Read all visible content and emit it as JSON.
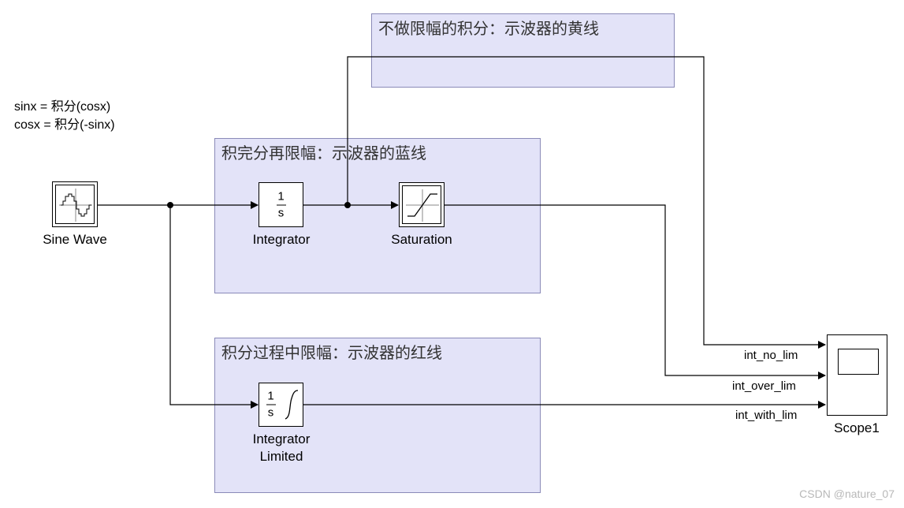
{
  "annotation": {
    "line1": "sinx  = 积分(cosx)",
    "line2": "cosx = 积分(-sinx)"
  },
  "areas": {
    "no_limit": "不做限幅的积分：示波器的黄线",
    "integrate_then_limit": "积完分再限幅：示波器的蓝线",
    "limit_during_integration": "积分过程中限幅：示波器的红线"
  },
  "blocks": {
    "sine_wave": "Sine Wave",
    "integrator": "Integrator",
    "integrator_numerator": "1",
    "integrator_denominator": "s",
    "saturation": "Saturation",
    "integrator_limited_line1": "Integrator",
    "integrator_limited_line2": "Limited",
    "integrator_limited_numerator": "1",
    "integrator_limited_denominator": "s",
    "scope": "Scope1"
  },
  "signals": {
    "int_no_lim": "int_no_lim",
    "int_over_lim": "int_over_lim",
    "int_with_lim": "int_with_lim"
  },
  "watermark": "CSDN @nature_07",
  "colors": {
    "area_fill": "#e3e3f8",
    "area_border": "#8a8ab8",
    "wire": "#000000"
  }
}
